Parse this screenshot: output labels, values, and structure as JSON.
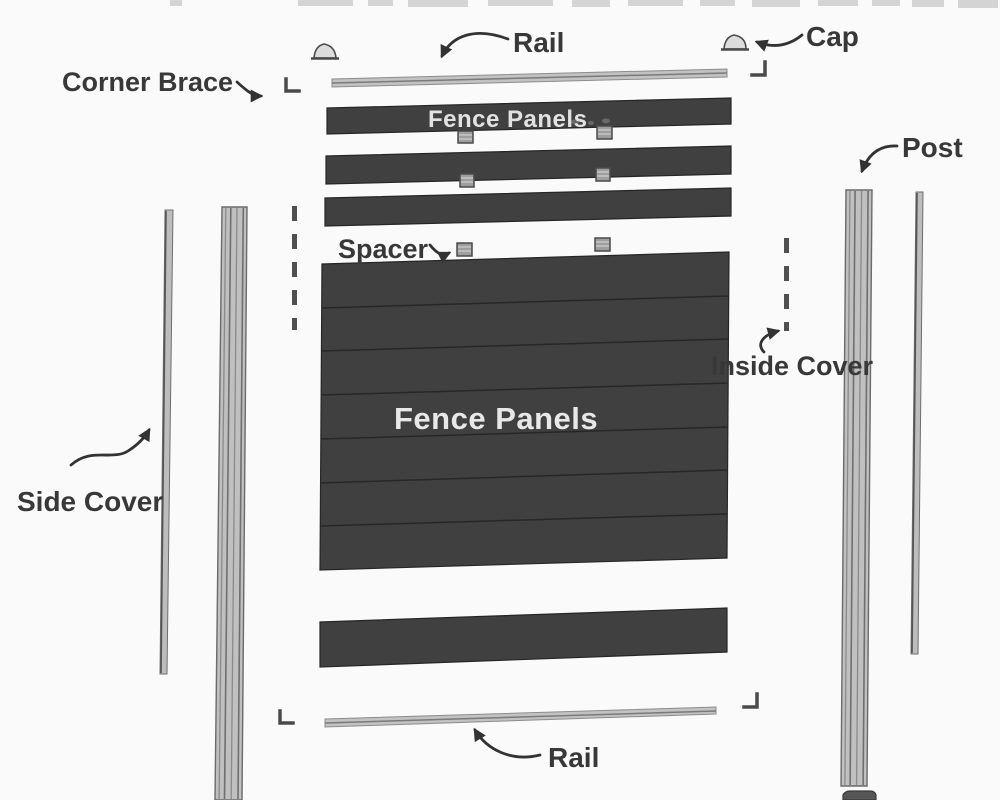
{
  "labels": {
    "corner_brace": "Corner Brace",
    "rail_top": "Rail",
    "cap": "Cap",
    "post": "Post",
    "fence_panels_top": "Fence Panels",
    "spacer": "Spacer",
    "fence_panels_main": "Fence Panels",
    "inside_cover": "Inside Cover",
    "side_cover": "Side Cover",
    "rail_bottom": "Rail"
  },
  "colors": {
    "background": "#fafafa",
    "panel_dark": "#404040",
    "panel_seam": "#262626",
    "rail_light": "#c2c2c2",
    "metal_mid": "#bdbdbd",
    "outline": "#4a4a4a",
    "label_text": "#383838",
    "panel_label_text": "#e2e2e2",
    "arrow": "#333333"
  }
}
